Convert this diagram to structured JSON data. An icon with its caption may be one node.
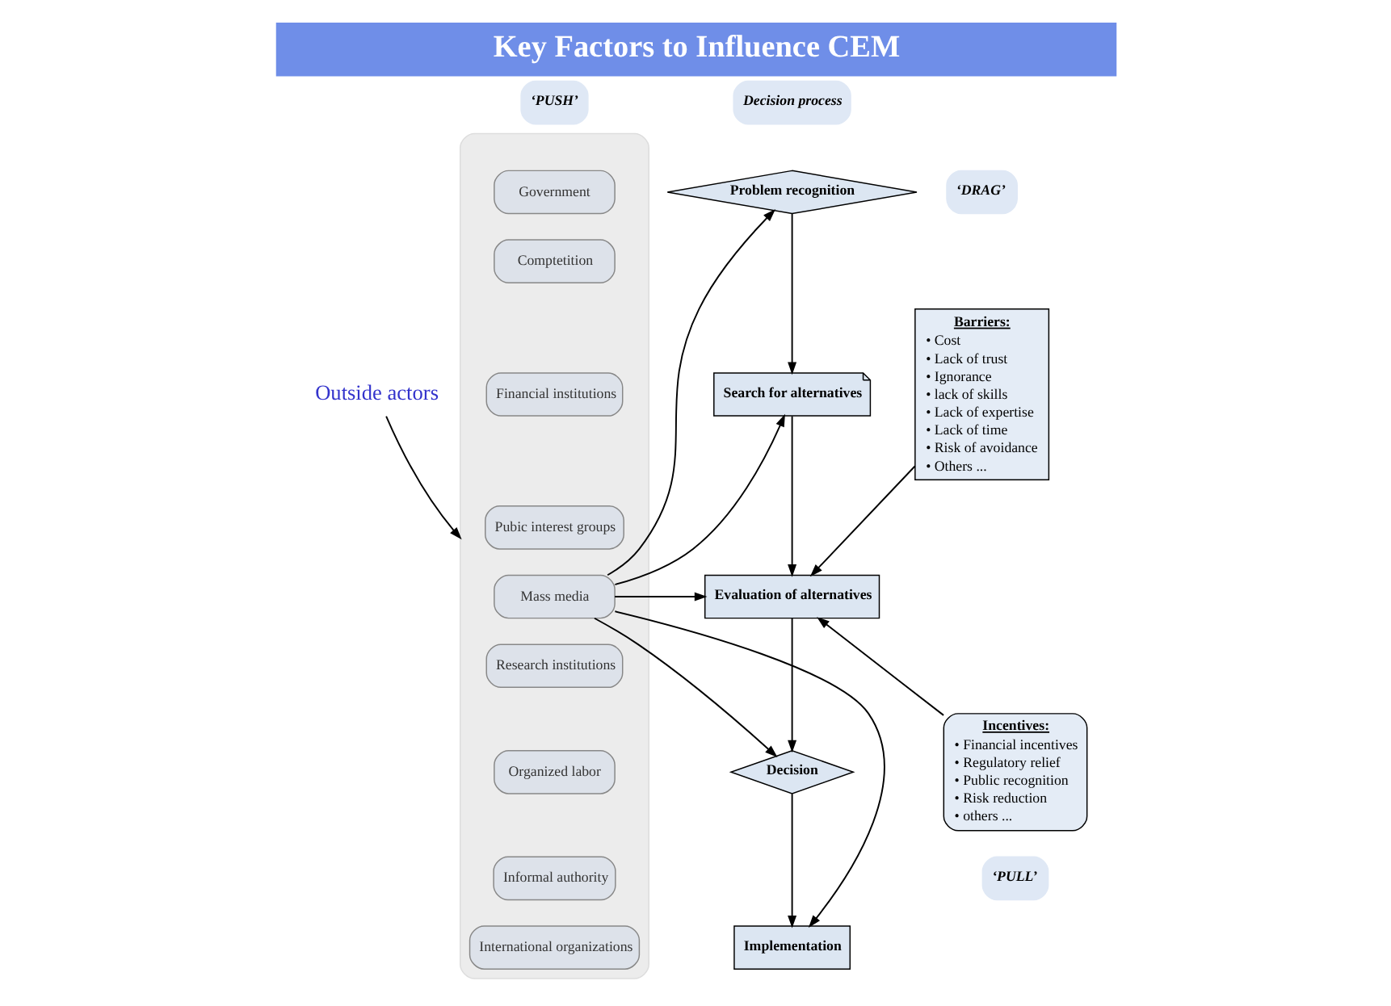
{
  "diagram": {
    "title": "Key Factors to Influence CEM",
    "nodes": [
      {
        "text": [
          "‘PUSH’"
        ]
      },
      {
        "text": [
          "Decision process"
        ]
      },
      {
        "text": [],
        "shape": "box"
      },
      {
        "text": [
          "Government"
        ],
        "in": 2
      },
      {
        "text": [
          "Comptetition"
        ],
        "in": 2
      },
      {
        "text": [
          "Financial institutions"
        ],
        "in": 2
      },
      {
        "text": [
          "Pubic interest groups"
        ],
        "in": 2
      },
      {
        "text": [
          "Mass media"
        ],
        "in": 2
      },
      {
        "text": [
          "Research institutions"
        ],
        "in": 2
      },
      {
        "text": [
          "Organized labor"
        ],
        "in": 2
      },
      {
        "text": [
          "Informal authority"
        ],
        "in": 2
      },
      {
        "text": [
          "International organizations"
        ],
        "in": 2
      },
      {
        "text": [
          "Problem recognition"
        ]
      },
      {
        "text": [
          "‘DRAG’"
        ]
      },
      {
        "text": [
          "Barriers:",
          "• Cost",
          "• Lack of trust",
          "• Ignorance",
          "• lack of skills",
          "• Lack of expertise",
          "• Lack of time",
          "• Risk of avoidance",
          "• Others ..."
        ]
      },
      {
        "text": [
          "Outside actors"
        ]
      },
      {
        "text": [
          "Search for alternatives"
        ]
      },
      {
        "text": [
          "Evaluation of alternatives"
        ]
      },
      {
        "text": [
          "Decision"
        ]
      },
      {
        "text": [
          "Incentives:",
          "• Financial incentives",
          "• Regulatory relief",
          "• Public recognition",
          "• Risk reduction",
          "• others ..."
        ]
      },
      {
        "text": [
          "‘PULL’"
        ]
      },
      {
        "text": [
          "Implementation"
        ]
      }
    ],
    "edges": [
      {
        "from": 15,
        "to": 2,
        "arrow": "to"
      },
      {
        "from": 7,
        "to": 12,
        "arrow": "to"
      },
      {
        "from": 7,
        "to": 16,
        "arrow": "to"
      },
      {
        "from": 7,
        "to": 17,
        "arrow": "to"
      },
      {
        "from": 7,
        "to": 18,
        "arrow": "to"
      },
      {
        "from": 7,
        "to": 21,
        "arrow": "to"
      },
      {
        "from": 12,
        "to": 16,
        "arrow": "to"
      },
      {
        "from": 16,
        "to": 17,
        "arrow": "to"
      },
      {
        "from": 17,
        "to": 18,
        "arrow": "to"
      },
      {
        "from": 18,
        "to": 21,
        "arrow": "to"
      },
      {
        "from": 14,
        "to": 17,
        "arrow": "to"
      },
      {
        "from": 19,
        "to": 17,
        "arrow": "to"
      }
    ]
  }
}
